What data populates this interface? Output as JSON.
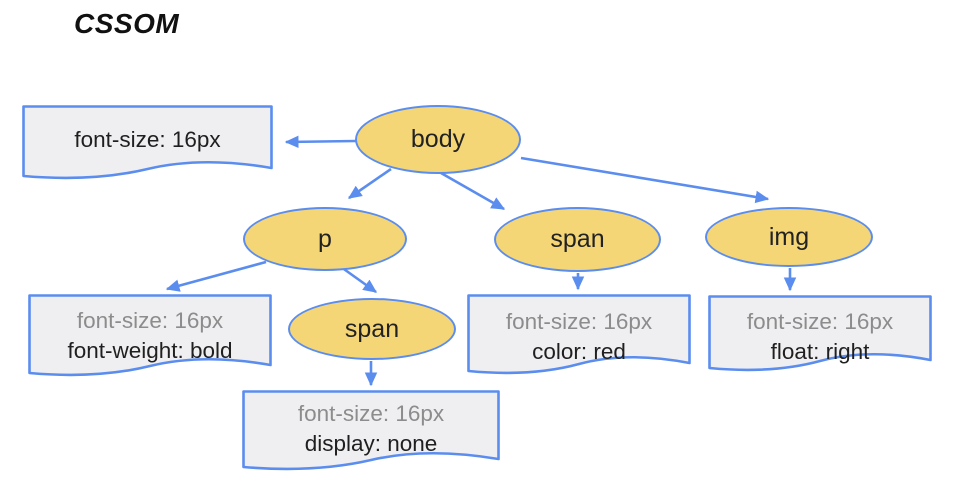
{
  "title": "CSSOM",
  "colors": {
    "node-fill": "#F5D676",
    "stroke-blue": "#5B8DEF",
    "box-fill": "#EFEFF1",
    "inherited-text": "#8C8C8C",
    "own-text": "#1F1F1F",
    "title-text": "#111111",
    "canvas-bg": "#FFFFFF"
  },
  "nodes": {
    "body": {
      "label": "body"
    },
    "p": {
      "label": "p"
    },
    "span_mid": {
      "label": "span"
    },
    "span_under_p": {
      "label": "span"
    },
    "img": {
      "label": "img"
    }
  },
  "boxes": {
    "body": {
      "lines": [
        {
          "text": "font-size: 16px",
          "inherited": false
        }
      ]
    },
    "p": {
      "lines": [
        {
          "text": "font-size: 16px",
          "inherited": true
        },
        {
          "text": "font-weight: bold",
          "inherited": false
        }
      ]
    },
    "span_under_p": {
      "lines": [
        {
          "text": "font-size: 16px",
          "inherited": true
        },
        {
          "text": "display: none",
          "inherited": false
        }
      ]
    },
    "span_mid": {
      "lines": [
        {
          "text": "font-size: 16px",
          "inherited": true
        },
        {
          "text": "color: red",
          "inherited": false
        }
      ]
    },
    "img": {
      "lines": [
        {
          "text": "font-size: 16px",
          "inherited": true
        },
        {
          "text": "float: right",
          "inherited": false
        }
      ]
    }
  },
  "edges": [
    {
      "from": "body",
      "to": "body-style-box"
    },
    {
      "from": "body",
      "to": "p"
    },
    {
      "from": "body",
      "to": "span_mid"
    },
    {
      "from": "body",
      "to": "img"
    },
    {
      "from": "p",
      "to": "p-style-box"
    },
    {
      "from": "p",
      "to": "span_under_p"
    },
    {
      "from": "span_under_p",
      "to": "span_under_p-style-box"
    },
    {
      "from": "span_mid",
      "to": "span_mid-style-box"
    },
    {
      "from": "img",
      "to": "img-style-box"
    }
  ]
}
